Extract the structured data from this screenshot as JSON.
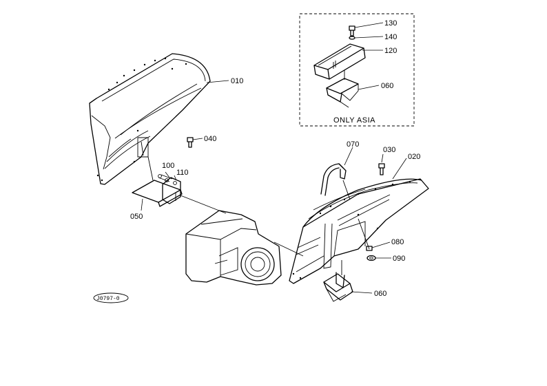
{
  "diagram": {
    "reference_code": "J0797-0",
    "inset_note": "ONLY ASIA",
    "callouts": [
      {
        "id": "c010",
        "label": "010"
      },
      {
        "id": "c020",
        "label": "020"
      },
      {
        "id": "c030",
        "label": "030"
      },
      {
        "id": "c040",
        "label": "040"
      },
      {
        "id": "c050",
        "label": "050"
      },
      {
        "id": "c060a",
        "label": "060"
      },
      {
        "id": "c060b",
        "label": "060"
      },
      {
        "id": "c070",
        "label": "070"
      },
      {
        "id": "c080",
        "label": "080"
      },
      {
        "id": "c090",
        "label": "090"
      },
      {
        "id": "c100",
        "label": "100"
      },
      {
        "id": "c110",
        "label": "110"
      },
      {
        "id": "c120",
        "label": "120"
      },
      {
        "id": "c130",
        "label": "130"
      },
      {
        "id": "c140",
        "label": "140"
      }
    ]
  }
}
